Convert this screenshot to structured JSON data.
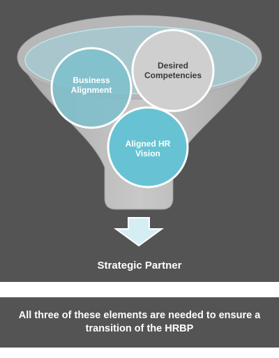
{
  "diagram": {
    "nodes": [
      {
        "id": "business-alignment",
        "label": "Business\nAlignment",
        "color": "#74bccb"
      },
      {
        "id": "desired-competencies",
        "label": "Desired\nCompetencies",
        "color": "#c9c9c9"
      },
      {
        "id": "aligned-hr-vision",
        "label": "Aligned  HR\nVision",
        "color": "#67c3d4"
      }
    ],
    "output_label": "Strategic Partner",
    "funnel_color": "#bdbdbd",
    "funnel_mouth_color": "#9fd3de",
    "arrow_color": "#d5eef4"
  },
  "caption": {
    "line1": "All three of these elements are needed to ensure a",
    "line2": "transition of the HRBP"
  }
}
